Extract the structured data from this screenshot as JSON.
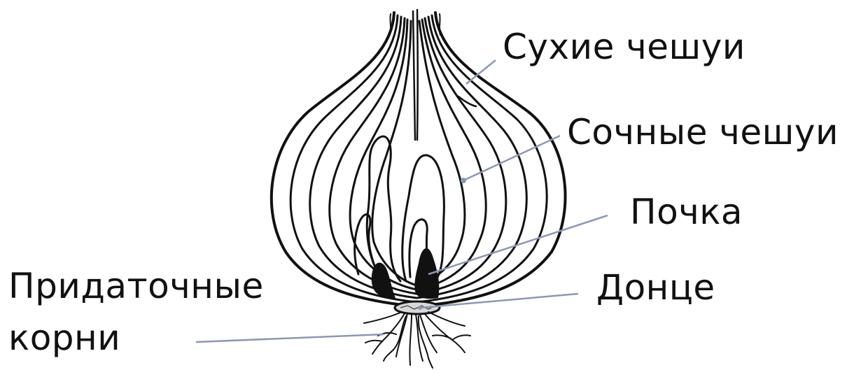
{
  "labels": {
    "dry_scales": "Сухие чешуи",
    "juicy_scales": "Сочные чешуи",
    "bud": "Почка",
    "base": "Донце",
    "roots_line1": "Придаточные",
    "roots_line2": "корни"
  },
  "colors": {
    "outline": "#111111",
    "leader_line": "#8a98b8",
    "background": "#ffffff"
  }
}
